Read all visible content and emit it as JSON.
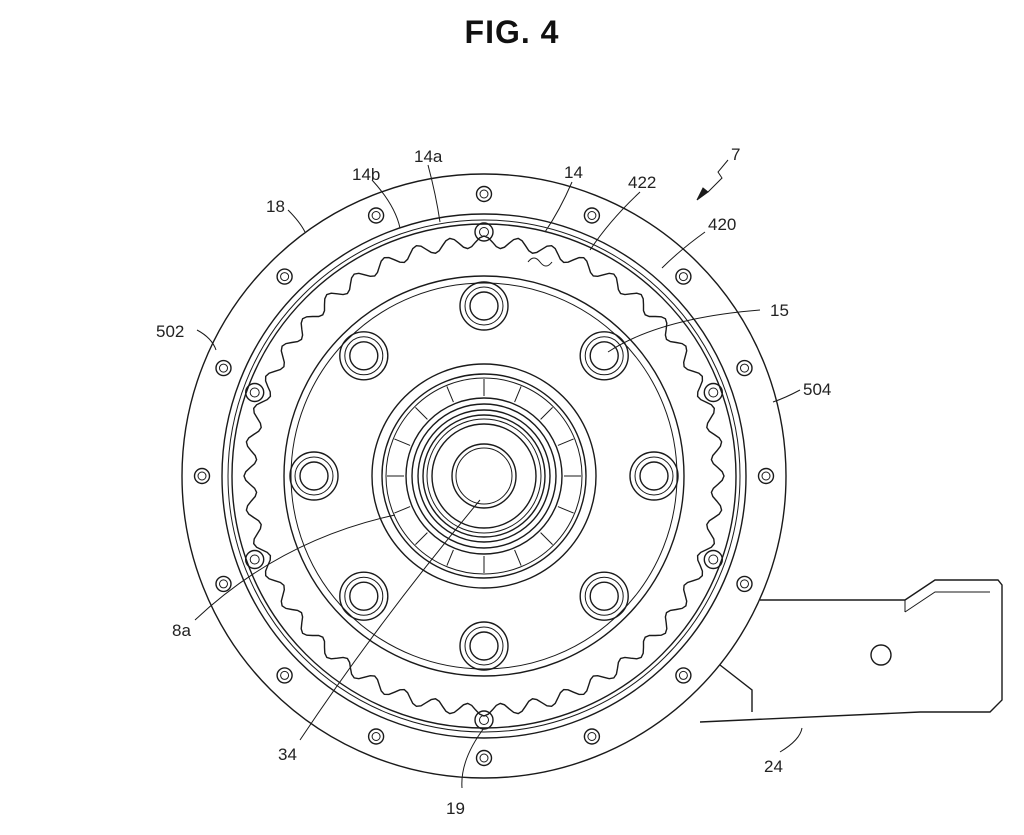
{
  "figure": {
    "title": "FIG. 4",
    "labels": {
      "l7": "7",
      "l14b": "14b",
      "l14a": "14a",
      "l14": "14",
      "l422": "422",
      "l18": "18",
      "l420": "420",
      "l15": "15",
      "l502": "502",
      "l504": "504",
      "l8a": "8a",
      "l34": "34",
      "l24": "24",
      "l19": "19"
    }
  }
}
